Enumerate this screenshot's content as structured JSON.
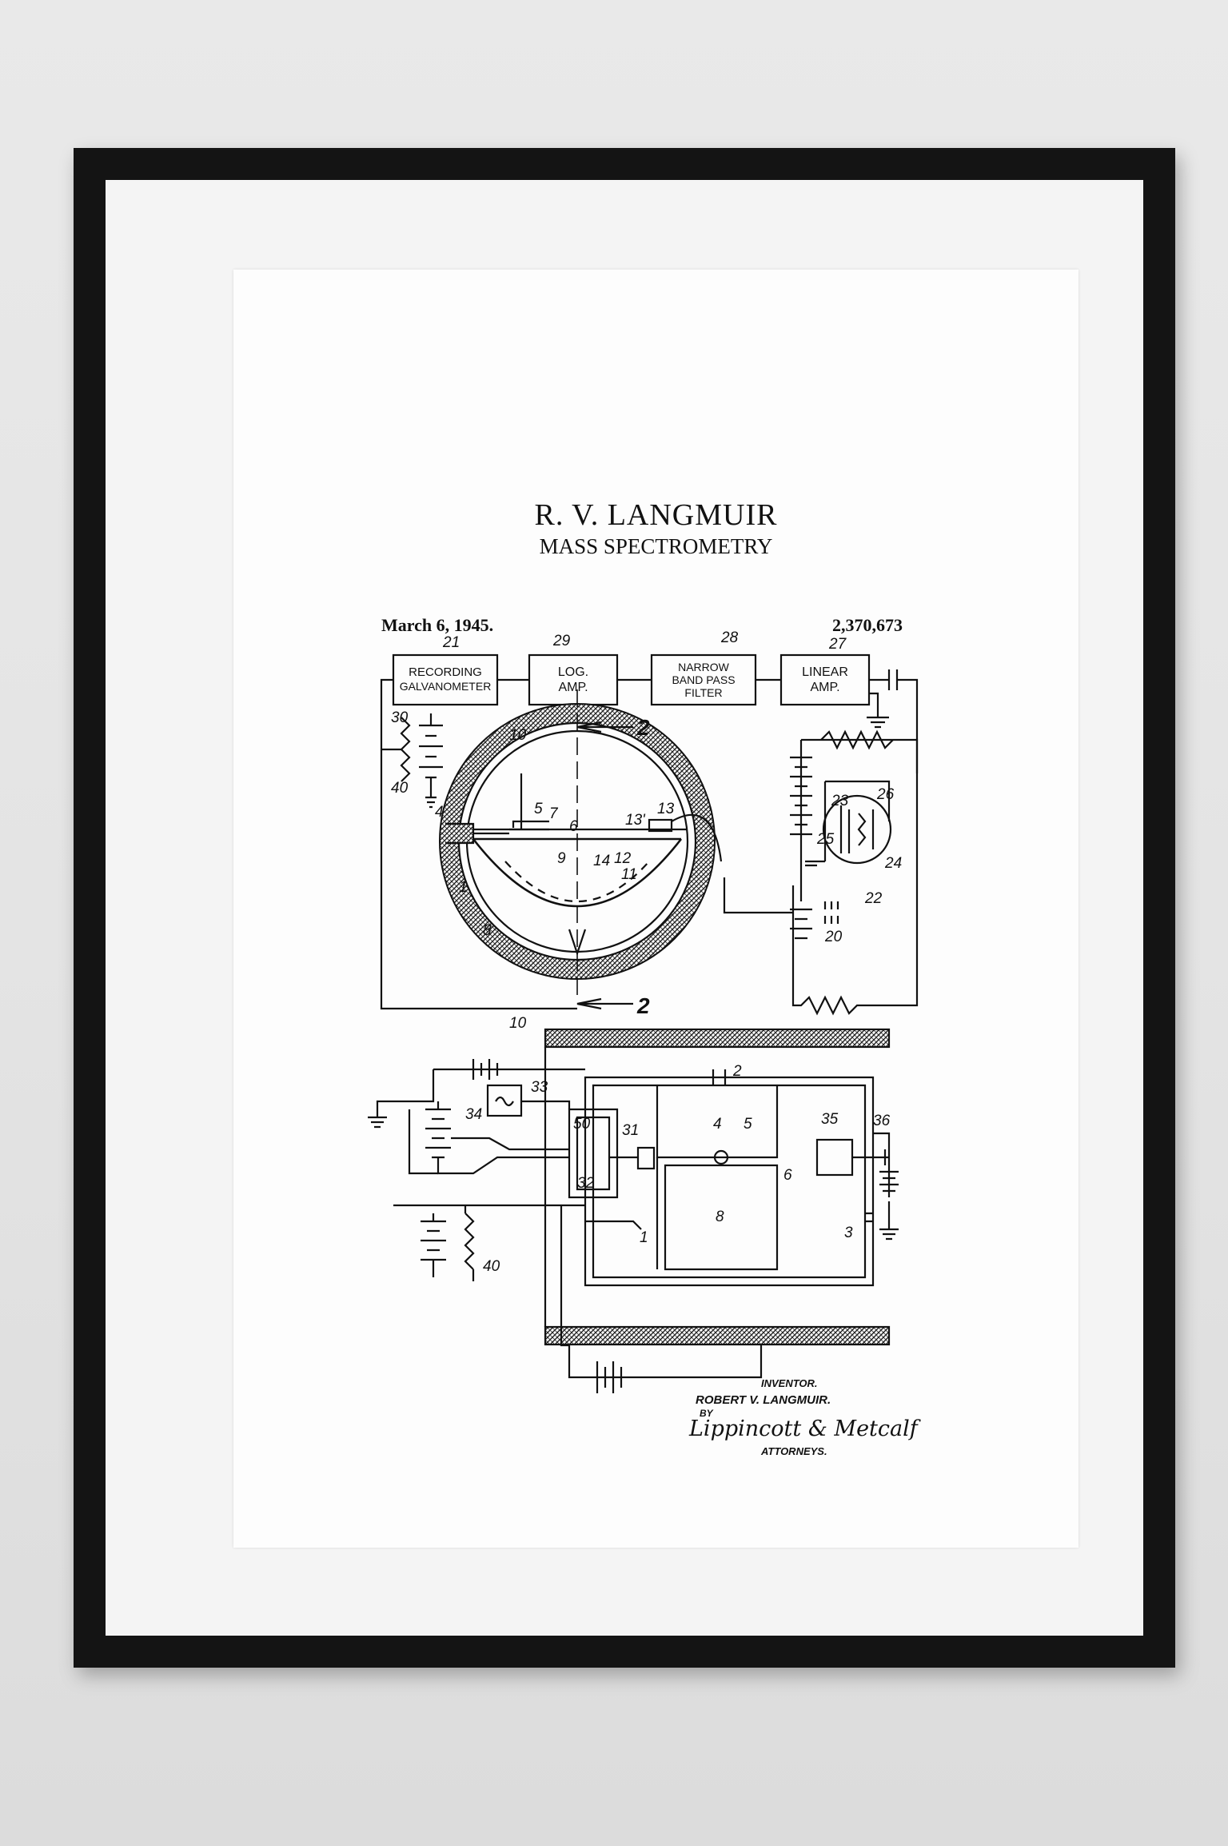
{
  "patent": {
    "inventor_name": "R. V. LANGMUIR",
    "title": "MASS SPECTROMETRY",
    "date": "March 6, 1945.",
    "number": "2,370,673"
  },
  "blocks": {
    "recording": [
      "RECORDING",
      "GALVANOMETER"
    ],
    "log_amp": [
      "LOG.",
      "AMP."
    ],
    "filter": [
      "NARROW",
      "BAND PASS",
      "FILTER"
    ],
    "linear_amp": [
      "LINEAR",
      "AMP."
    ]
  },
  "section_marks": [
    "2",
    "2"
  ],
  "reference_numerals": [
    "21",
    "29",
    "28",
    "27",
    "30",
    "40",
    "10",
    "4",
    "5",
    "7",
    "6",
    "13'",
    "13",
    "9",
    "14",
    "12",
    "11",
    "1",
    "8",
    "23",
    "26",
    "25",
    "24",
    "22",
    "20",
    "10",
    "2",
    "33",
    "34",
    "50",
    "31",
    "4",
    "5",
    "35",
    "36",
    "32",
    "6",
    "8",
    "1",
    "3",
    "40"
  ],
  "signature_block": {
    "inventor_label": "INVENTOR.",
    "inventor_name": "ROBERT V. LANGMUIR.",
    "by_label": "BY",
    "firm_signature": "Lippincott & Metcalf",
    "attorneys_label": "ATTORNEYS."
  }
}
